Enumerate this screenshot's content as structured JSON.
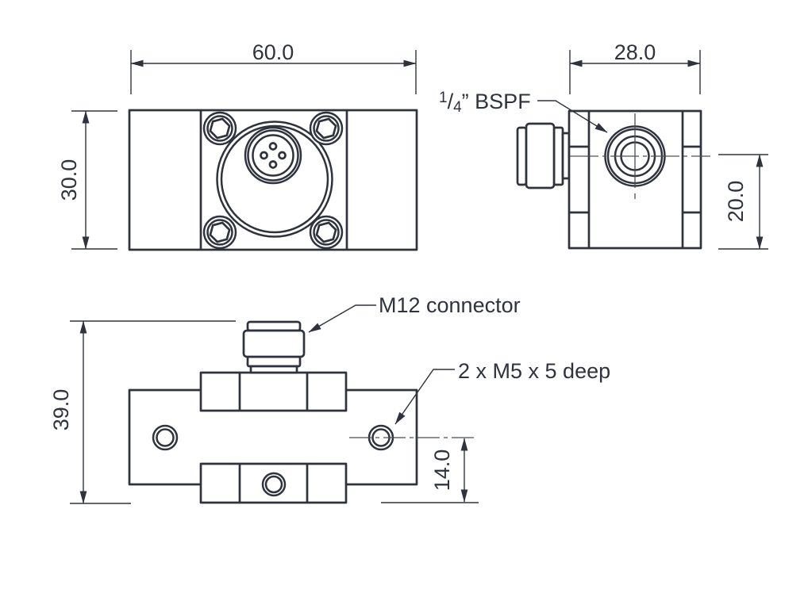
{
  "background_color": "#ffffff",
  "line_color": "#2e333d",
  "front_view": {
    "width_dim": "60.0",
    "height_dim": "30.0"
  },
  "side_view": {
    "width_dim": "28.0",
    "height_dim": "20.0",
    "port_label": {
      "numerator": "1",
      "slash": "/",
      "denominator": "4",
      "suffix": "” BSPF"
    }
  },
  "bottom_view": {
    "height_dim": "39.0",
    "hole_offset_dim": "14.0",
    "connector_label": "M12 connector",
    "holes_label": "2 x M5 x 5 deep"
  }
}
